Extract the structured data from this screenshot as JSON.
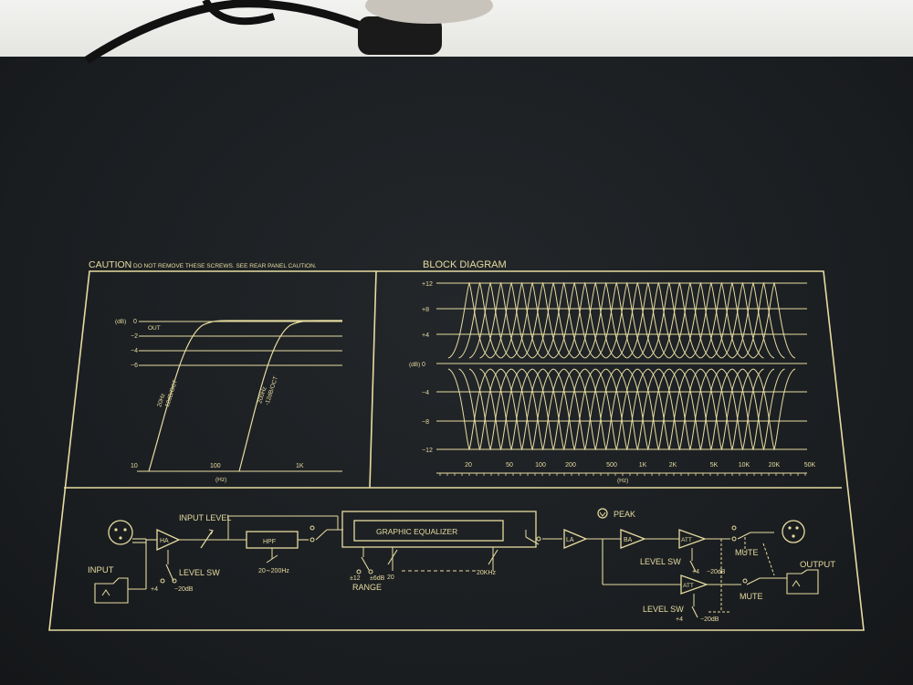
{
  "colors": {
    "ink": "#e6dca0",
    "panel": "#1c1f22",
    "background": "#e9e9e7"
  },
  "caution": {
    "title": "CAUTION",
    "text": "DO NOT REMOVE THESE SCREWS. SEE REAR PANEL CAUTION."
  },
  "hpf_graph": {
    "db_unit": "(dB)",
    "y_labels": [
      "0",
      "−2",
      "−4",
      "−6"
    ],
    "out_label": "OUT",
    "x_labels": [
      "10",
      "100",
      "1K"
    ],
    "x_unit": "(Hz)",
    "curve_labels": [
      {
        "line1": "20Hz",
        "line2": "-12dB/OCT"
      },
      {
        "line1": "200Hz",
        "line2": "-12dB/OCT"
      }
    ]
  },
  "block_diagram_title": "BLOCK DIAGRAM",
  "eq_graph": {
    "db_unit": "(dB)",
    "y_labels": [
      "+12",
      "+8",
      "+4",
      "0",
      "−4",
      "−8",
      "−12"
    ],
    "x_labels": [
      "20",
      "50",
      "100",
      "200",
      "500",
      "1K",
      "2K",
      "5K",
      "10K",
      "20K",
      "50K"
    ],
    "x_unit": "(Hz)"
  },
  "signal_flow": {
    "input_label": "INPUT",
    "ha_label": "HA",
    "input_level_label": "INPUT LEVEL",
    "level_sw_label": "LEVEL SW",
    "plus4_label": "+4",
    "minus20_label": "−20dB",
    "hpf_label": "HPF",
    "hpf_range_label": "20∼200Hz",
    "geq_label": "GRAPHIC EQUALIZER",
    "range_label": "RANGE",
    "range_12_label": "±12",
    "range_6_label": "±6dB",
    "freq_low_label": "20",
    "freq_high_label": "20KHz",
    "la_label": "LA",
    "peak_label": "PEAK",
    "ba_label": "BA",
    "att_label": "ATT",
    "mute_label": "MUTE",
    "output_label": "OUTPUT"
  }
}
